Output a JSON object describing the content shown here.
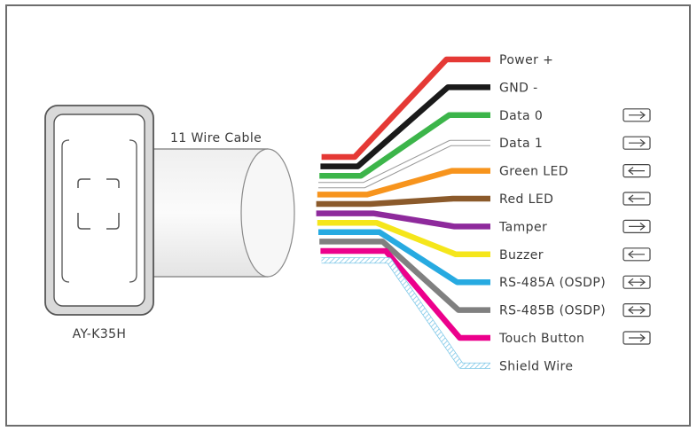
{
  "device_label": "AY-K35H",
  "cable_label": "11 Wire Cable",
  "wires": [
    {
      "label": "Power +",
      "color": "#e53935",
      "direction": "none",
      "pattern": "solid"
    },
    {
      "label": "GND -",
      "color": "#1a1a1a",
      "direction": "none",
      "pattern": "solid"
    },
    {
      "label": "Data 0",
      "color": "#3cb54a",
      "direction": "out",
      "pattern": "solid"
    },
    {
      "label": "Data 1",
      "color": "#ffffff",
      "direction": "out",
      "pattern": "outlined"
    },
    {
      "label": "Green LED",
      "color": "#f7941d",
      "direction": "in",
      "pattern": "solid"
    },
    {
      "label": "Red LED",
      "color": "#8b5a2b",
      "direction": "in",
      "pattern": "solid"
    },
    {
      "label": "Tamper",
      "color": "#8e2a9c",
      "direction": "out",
      "pattern": "solid"
    },
    {
      "label": "Buzzer",
      "color": "#f5e61b",
      "direction": "in",
      "pattern": "solid"
    },
    {
      "label": "RS-485A (OSDP)",
      "color": "#27aae1",
      "direction": "both",
      "pattern": "solid"
    },
    {
      "label": "RS-485B (OSDP)",
      "color": "#808080",
      "direction": "both",
      "pattern": "solid"
    },
    {
      "label": "Touch Button",
      "color": "#ec008c",
      "direction": "out",
      "pattern": "solid"
    },
    {
      "label": "Shield Wire",
      "color": "#9ed8f0",
      "direction": "none",
      "pattern": "hatched"
    }
  ]
}
